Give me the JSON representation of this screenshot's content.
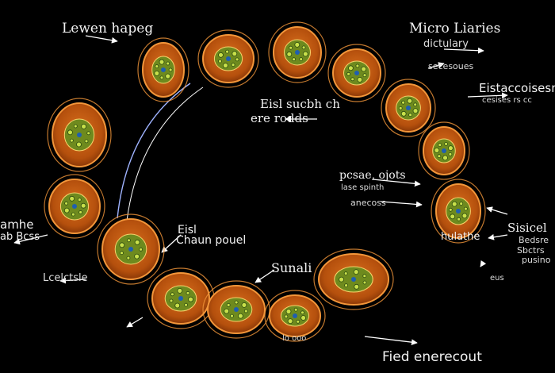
{
  "labels": {
    "top_left": "Lewen hapeg",
    "top_right_title": "Micro Liaries",
    "top_right_sub": "dictulary",
    "top_right_sub2": "secesoues",
    "right_upper_title": "Eistaccoisesm",
    "right_upper_sub": "cesises rs cc",
    "center_upper_1": "Eisl sucbh ch",
    "center_upper_2": "ere rodds",
    "center_mid_1": "pcsae, ojots",
    "center_mid_2": "lase spinth",
    "center_mid_3": "anecoss",
    "left_mid_1": "amhe",
    "left_mid_2": "ab Bcss",
    "left_lower": "Lcelctsle",
    "center_lower_1": "Eisl",
    "center_lower_2": "Chaun pouel",
    "center_bottom": "Sunali",
    "right_lower_title": "Sisicel",
    "right_lower_2": "Bedsre",
    "right_lower_3": "Sbctrs",
    "right_lower_4": "pusino",
    "right_cell_label": "hulathe",
    "right_cell_sub": "eus",
    "bottom_dots": "lo ooo",
    "bottom_right": "Fied enerecout"
  },
  "colors": {
    "cell_fill": "#c45a10",
    "cell_edge": "#f3963a",
    "nucleus": "#6e8a1e",
    "background": "#000000",
    "arrow": "#ffffff"
  }
}
